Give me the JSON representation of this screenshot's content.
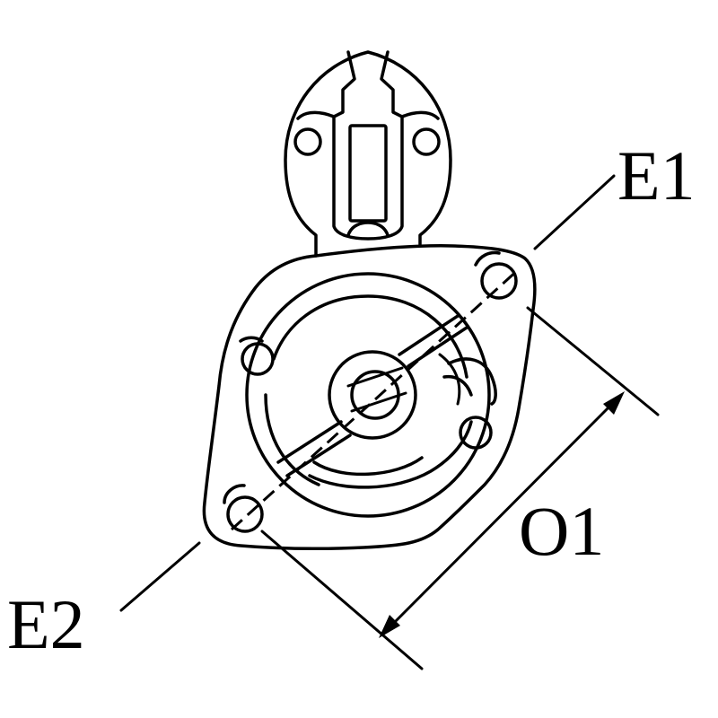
{
  "labels": {
    "e1": "E1",
    "e2": "E2",
    "o1": "O1"
  },
  "colors": {
    "ink": "#000000",
    "background": "#ffffff"
  }
}
